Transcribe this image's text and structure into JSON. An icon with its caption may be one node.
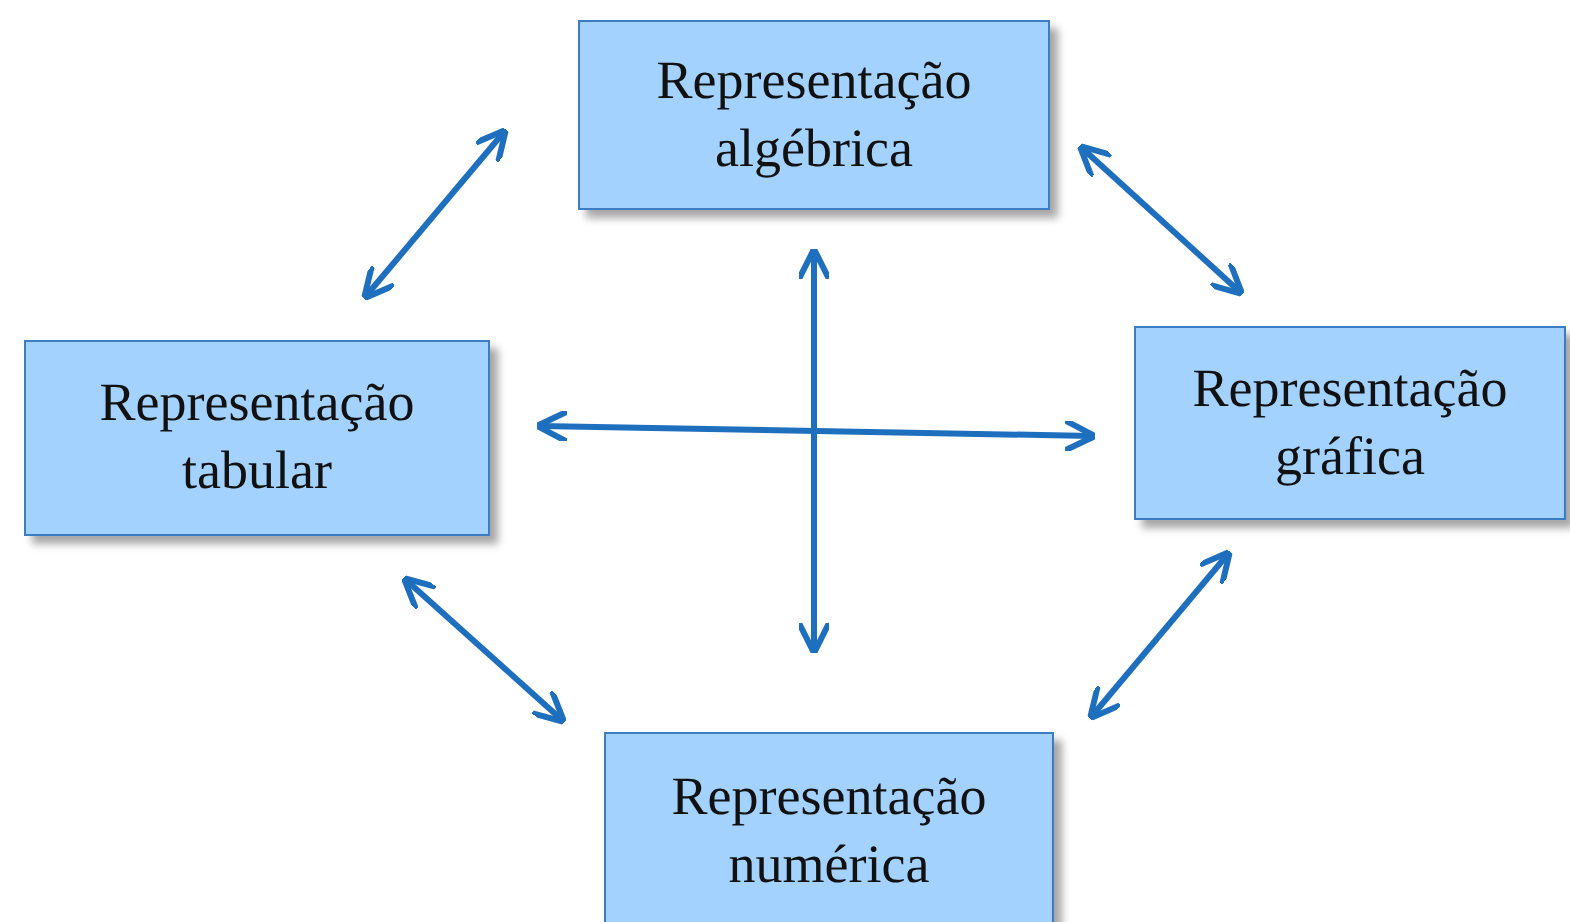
{
  "diagram": {
    "nodes": [
      {
        "text": [
          "Representação algébrica"
        ]
      },
      {
        "text": [
          "Representação tabular"
        ]
      },
      {
        "text": [
          "Representação gráfica"
        ]
      },
      {
        "text": [
          "Representação numérica"
        ]
      }
    ],
    "edges": [
      {
        "from": 1,
        "to": 0,
        "arrow": "both"
      },
      {
        "from": 0,
        "to": 2,
        "arrow": "both"
      },
      {
        "from": 1,
        "to": 2,
        "arrow": "both"
      },
      {
        "from": 0,
        "to": 3,
        "arrow": "both"
      },
      {
        "from": 1,
        "to": 3,
        "arrow": "both"
      },
      {
        "from": 2,
        "to": 3,
        "arrow": "both"
      }
    ]
  }
}
